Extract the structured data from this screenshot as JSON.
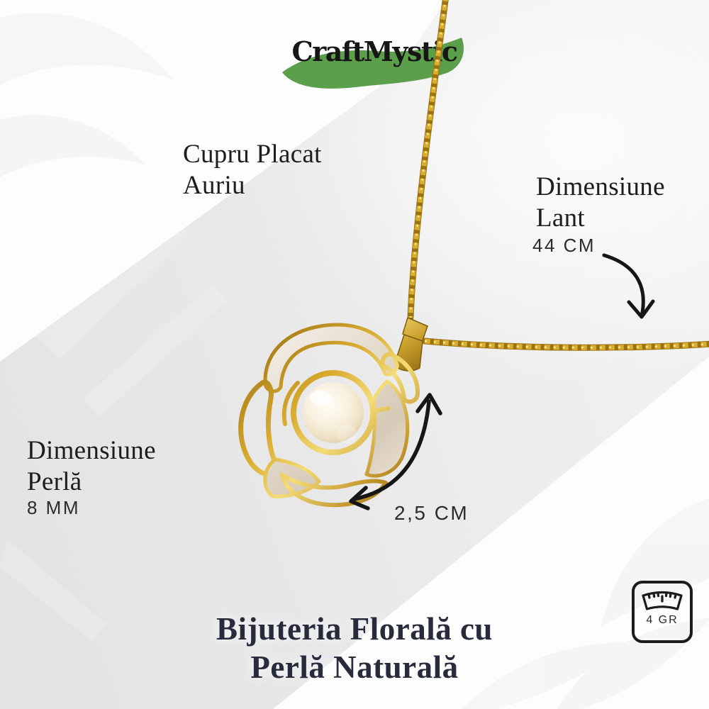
{
  "brand": {
    "name": "CraftMystic"
  },
  "labels": {
    "material": {
      "line1": "Cupru Placat",
      "line2": "Auriu"
    },
    "chain": {
      "line1": "Dimensiune",
      "line2": "Lant",
      "value": "44 CM"
    },
    "pearl": {
      "line1": "Dimensiune",
      "line2": "Perlă",
      "value": "8 MM"
    },
    "pendant_width": {
      "value": "2,5 CM"
    },
    "weight": {
      "value": "4 GR",
      "icon": "weight-scale-icon"
    }
  },
  "title": {
    "line1": "Bijuteria Florală cu",
    "line2": "Perlă Naturală"
  },
  "colors": {
    "background": "#fdfdfd",
    "gray_band": "#e9e9ea",
    "ink": "#1d1d1d",
    "title_ink": "#272b3c",
    "value_ink": "#2c2c2c",
    "gold": "#c8992b",
    "green": "#5c9f4b",
    "arrow_ink": "#161616"
  }
}
